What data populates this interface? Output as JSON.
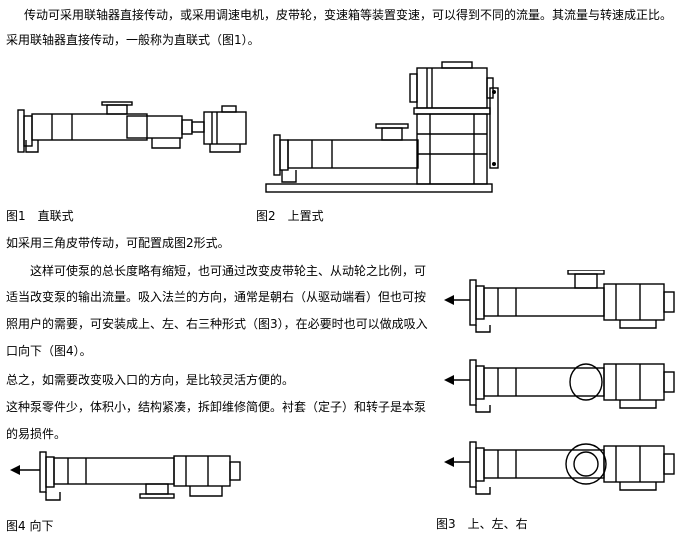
{
  "paragraphs": {
    "p1_line1": "传动可采用联轴器直接传动，或采用调速电机，皮带轮，变速箱等装置变速，可以得到不同的流量。其流量与转速成正比。",
    "p1_line2": "采用联轴器直接传动，一般称为直联式（图1）。",
    "p2": "如采用三角皮带传动，可配置成图2形式。",
    "p3_line1": "这样可使泵的总长度略有缩短，也可通过改变皮带轮主、从动轮之比例，可",
    "p3_line2": "适当改变泵的输出流量。吸入法兰的方向，通常是朝右（从驱动端看）但也可按",
    "p3_line3": "照用户的需要，可安装成上、左、右三种形式（图3），在必要时也可以做成吸入",
    "p3_line4": "口向下（图4）。",
    "p4": "总之，如需要改变吸入口的方向，是比较灵活方便的。",
    "p5_line1": "这种泵零件少，体积小，结构紧凑，拆卸维修简便。衬套（定子）和转子是本泵",
    "p5_line2": "的易损件。"
  },
  "captions": {
    "fig1": "图1　直联式",
    "fig2": "图2　上置式",
    "fig3": "图3　上、左、右",
    "fig4": "图4 向下"
  }
}
